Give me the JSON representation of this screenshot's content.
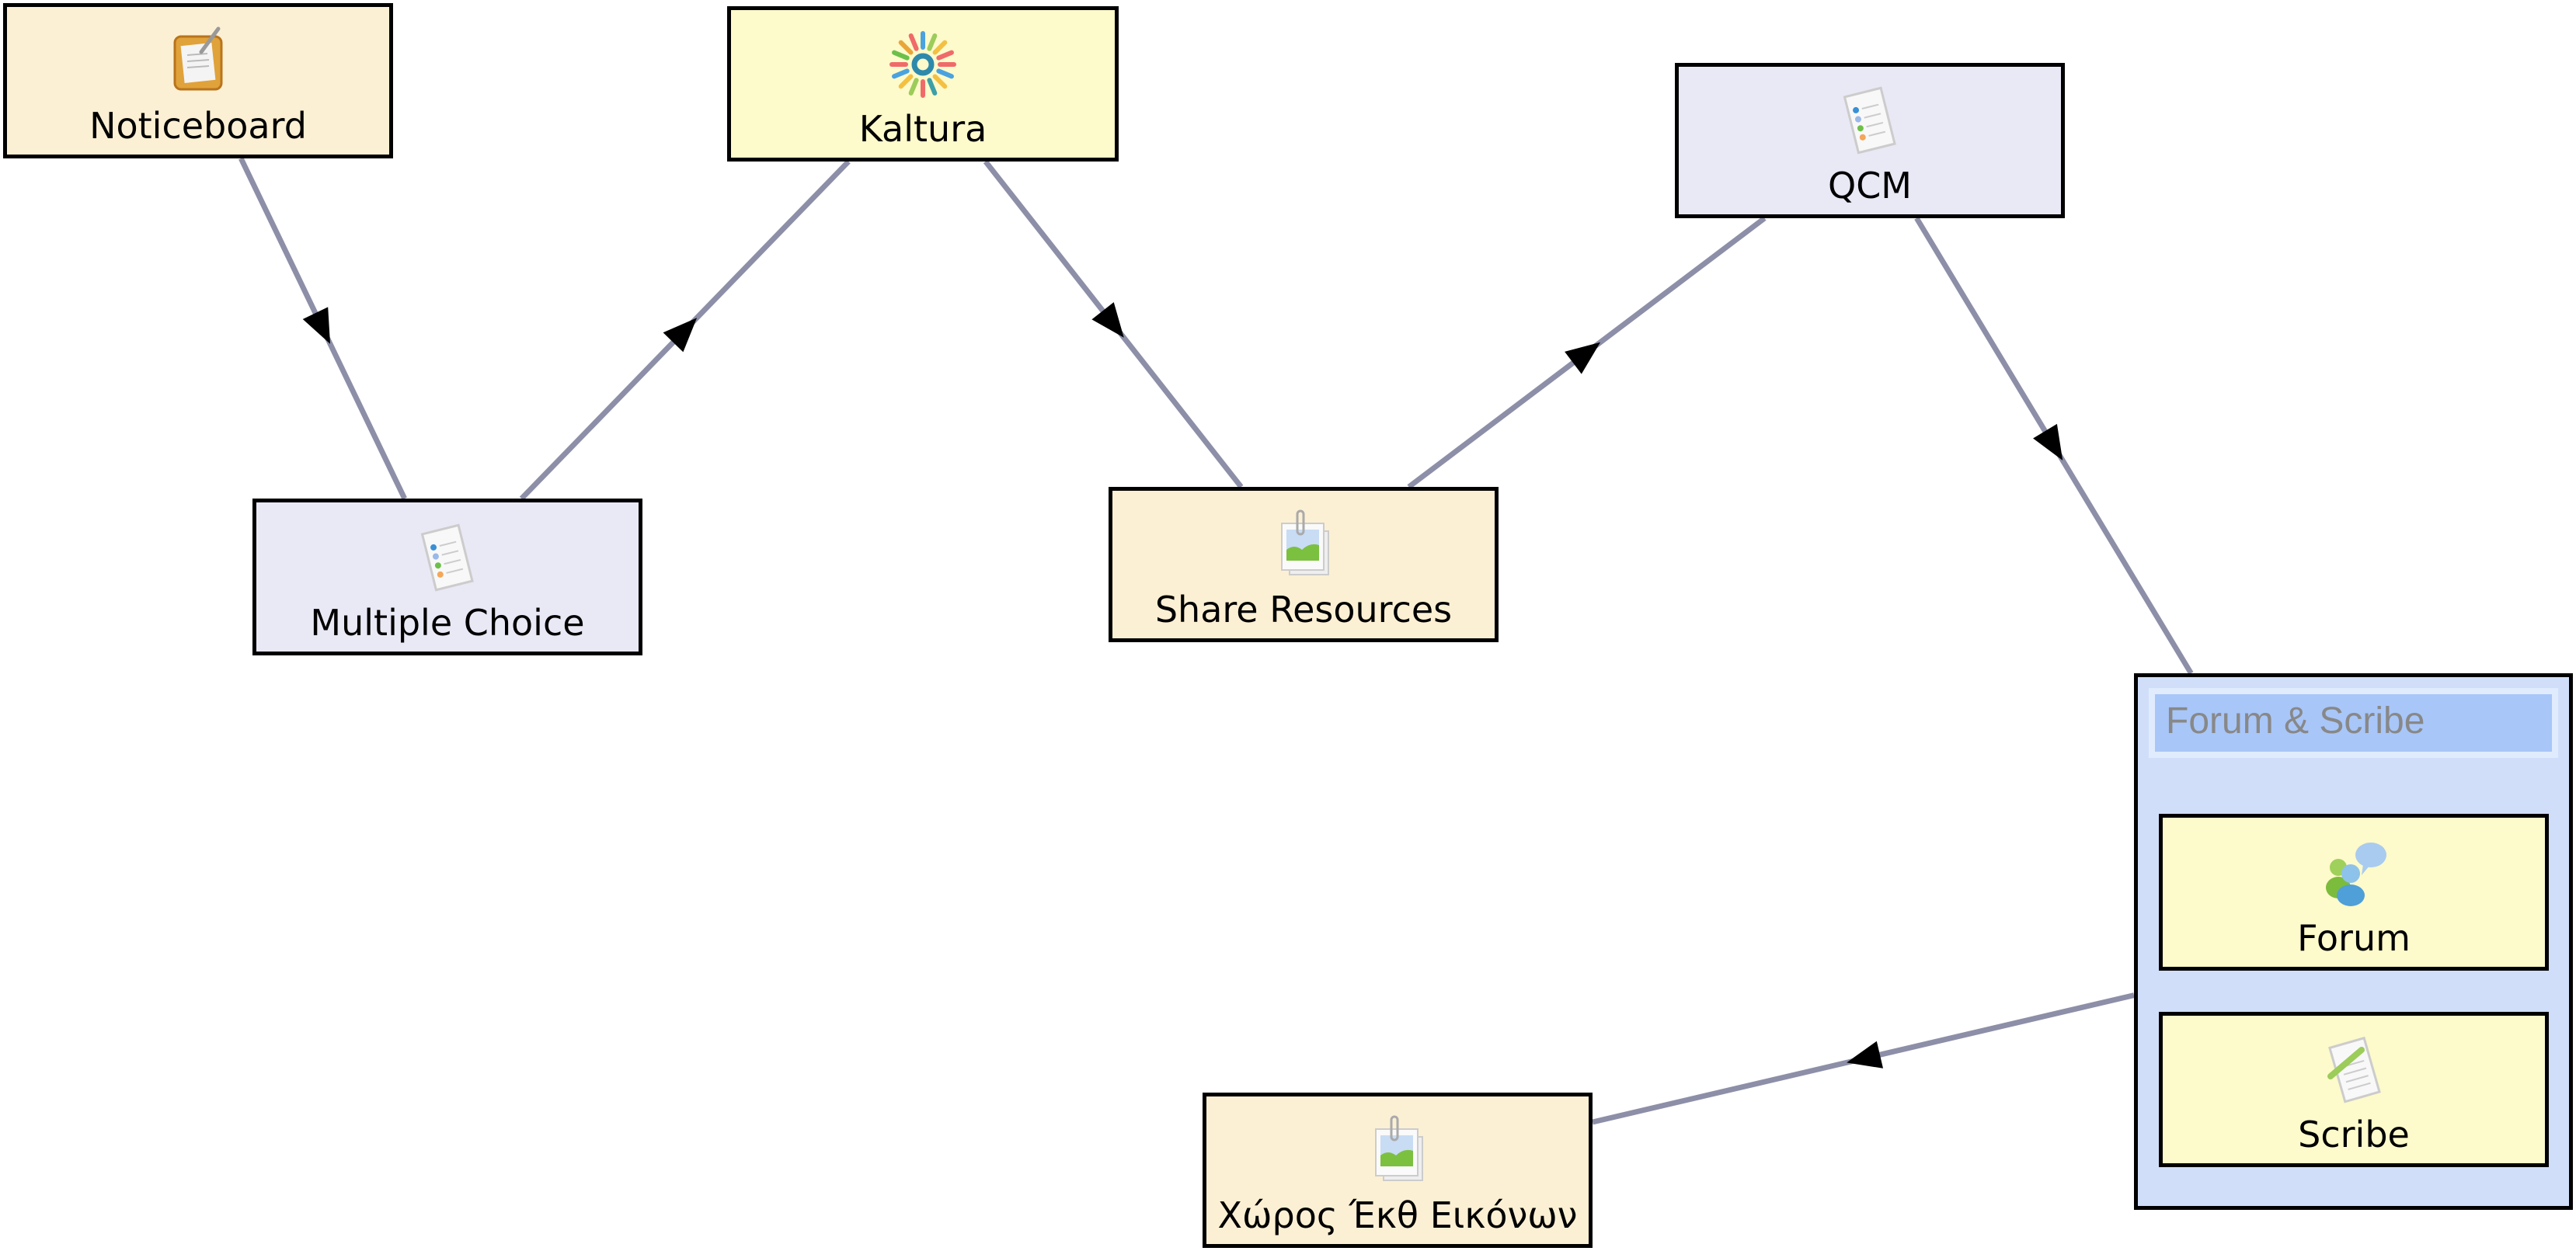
{
  "colors": {
    "edge": "#8d8fa8",
    "arrow": "#000000",
    "tool_admin": "#fcf0d4",
    "tool_media": "#fdfacb",
    "tool_assessment": "#e9e8f5",
    "group_bg": "#d0defa",
    "group_title_bg": "#a8c6f8"
  },
  "nodes": [
    {
      "id": "noticeboard",
      "label": "Noticeboard",
      "icon": "noticeboard-icon"
    },
    {
      "id": "kaltura",
      "label": "Kaltura",
      "icon": "kaltura-icon"
    },
    {
      "id": "qcm",
      "label": "QCM",
      "icon": "quiz-sheet-icon"
    },
    {
      "id": "multiple_choice",
      "label": "Multiple Choice",
      "icon": "quiz-sheet-icon"
    },
    {
      "id": "share_resources",
      "label": "Share Resources",
      "icon": "photo-resources-icon"
    },
    {
      "id": "gallery",
      "label": "Χώρος Έκθ Εικόνων",
      "icon": "photo-resources-icon"
    },
    {
      "id": "forum",
      "label": "Forum",
      "icon": "forum-users-icon"
    },
    {
      "id": "scribe",
      "label": "Scribe",
      "icon": "scribe-document-icon"
    }
  ],
  "group": {
    "id": "forum_scribe",
    "title": "Forum & Scribe",
    "children": [
      "forum",
      "scribe"
    ]
  },
  "edges": [
    {
      "from": "noticeboard",
      "to": "multiple_choice"
    },
    {
      "from": "multiple_choice",
      "to": "kaltura"
    },
    {
      "from": "kaltura",
      "to": "share_resources"
    },
    {
      "from": "share_resources",
      "to": "qcm"
    },
    {
      "from": "qcm",
      "to": "forum_scribe"
    },
    {
      "from": "forum_scribe",
      "to": "gallery"
    }
  ]
}
